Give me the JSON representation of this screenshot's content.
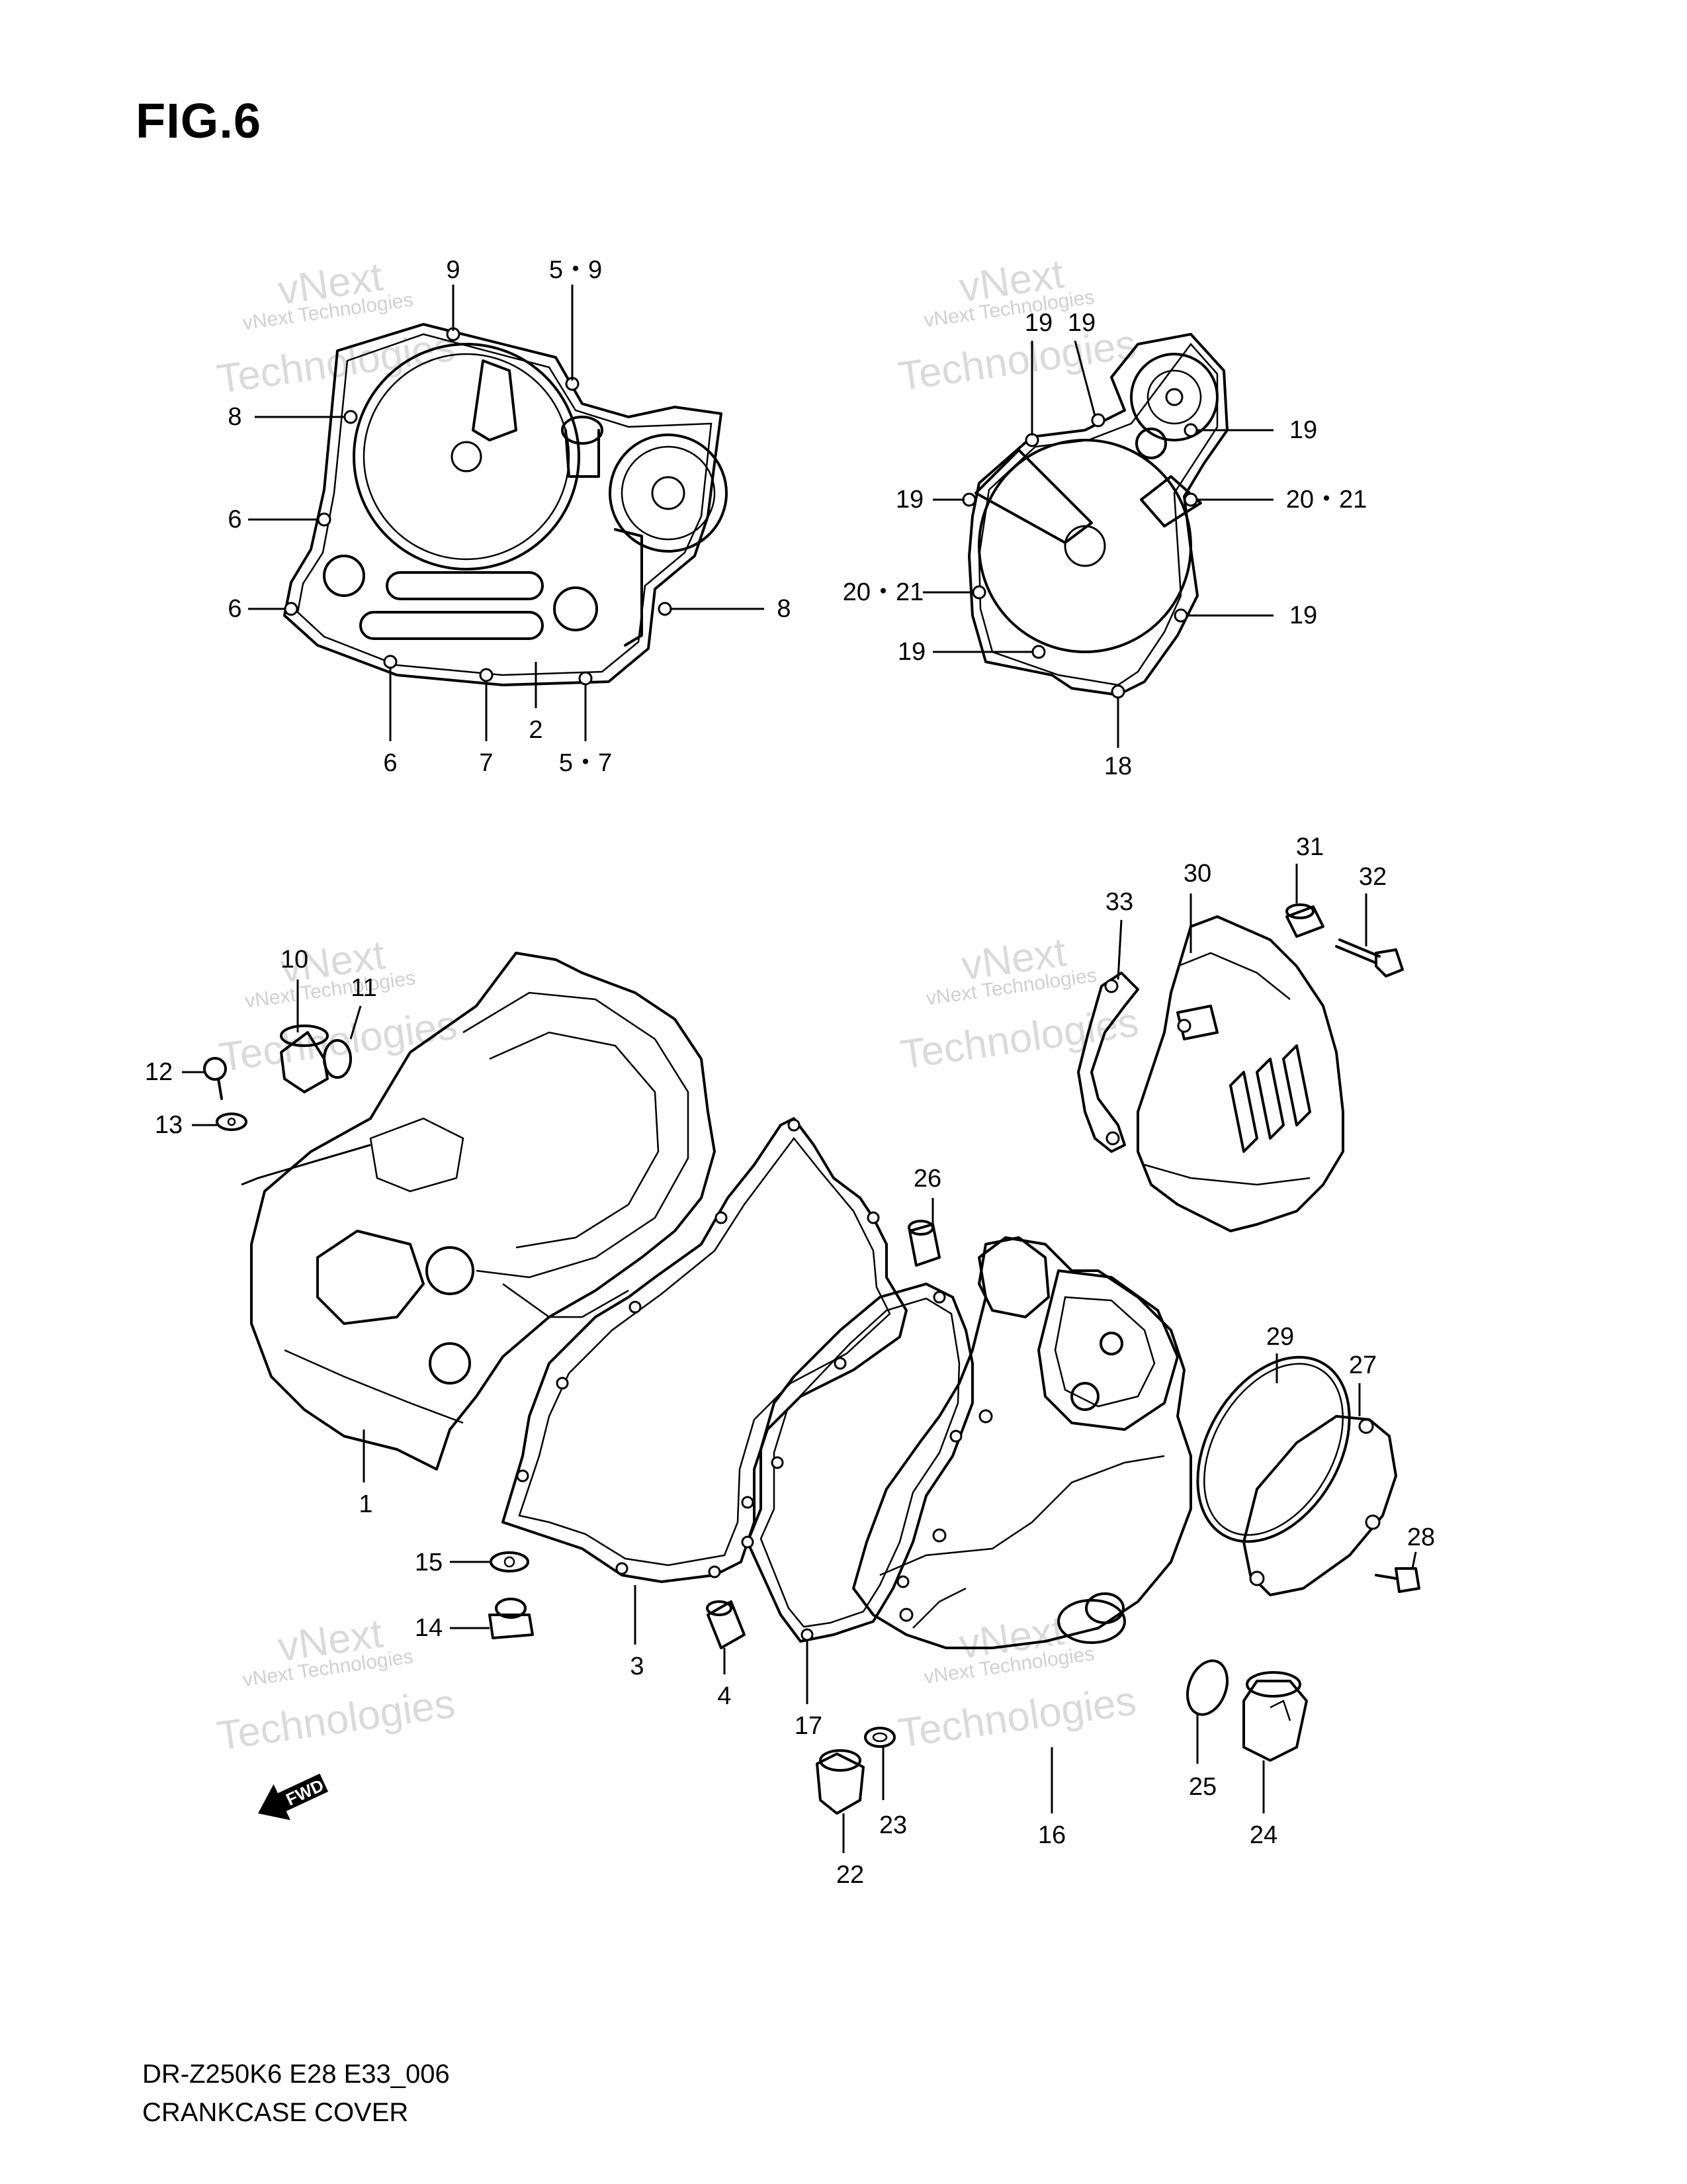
{
  "figure": {
    "title": "FIG.6"
  },
  "footer": {
    "model_code": "DR-Z250K6 E28 E33_006",
    "section_name": "CRANKCASE COVER"
  },
  "fwd_label": "FWD",
  "watermark": {
    "company_line": "vNext Technologies",
    "big_line": "Technologies",
    "top_line": "vNext"
  },
  "callouts": {
    "c9": "9",
    "c5_9": "5・9",
    "c8a": "8",
    "c6a": "6",
    "c6b": "6",
    "c8b": "8",
    "c6c": "6",
    "c7": "7",
    "c2": "2",
    "c5_7": "5・7",
    "c19a": "19",
    "c19b": "19",
    "c19c": "19",
    "c19d": "19",
    "c19e": "19",
    "c19f": "19",
    "c20_21a": "20・21",
    "c20_21b": "20・21",
    "c18": "18",
    "c10": "10",
    "c11": "11",
    "c12": "12",
    "c13": "13",
    "c1": "1",
    "c15": "15",
    "c14": "14",
    "c3": "3",
    "c4": "4",
    "c26": "26",
    "c17": "17",
    "c16": "16",
    "c22": "22",
    "c23": "23",
    "c33": "33",
    "c30": "30",
    "c31": "31",
    "c32": "32",
    "c29": "29",
    "c27": "27",
    "c28": "28",
    "c25": "25",
    "c24": "24"
  }
}
